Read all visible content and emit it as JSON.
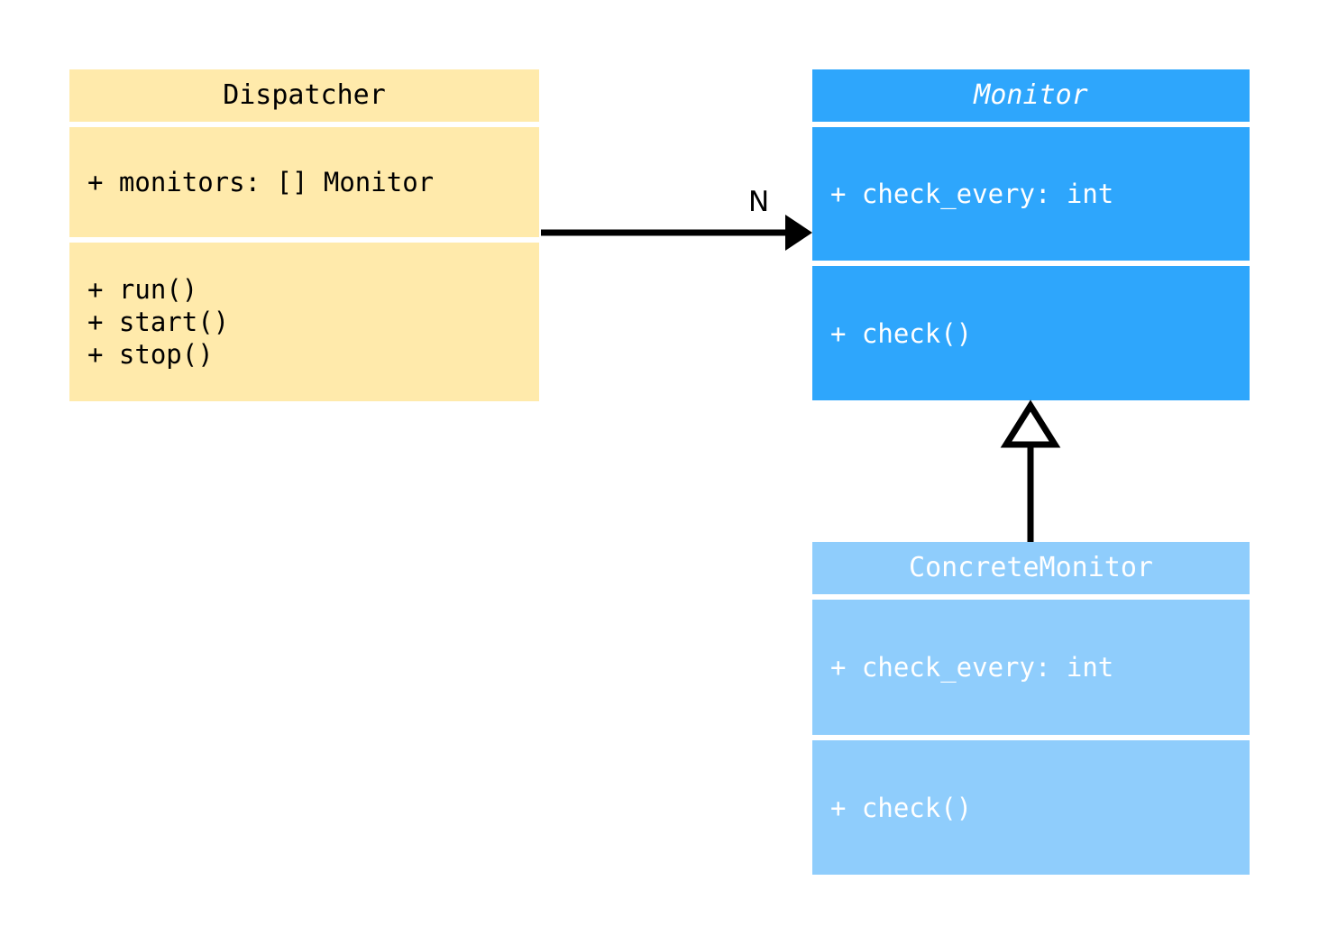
{
  "diagram": {
    "type": "uml-class-diagram",
    "background_color": "#ffffff",
    "classes": [
      {
        "id": "dispatcher",
        "name": "Dispatcher",
        "abstract": false,
        "fill_color": "#ffeaab",
        "text_color": "#000000",
        "attributes": [
          "+ monitors: [] Monitor"
        ],
        "methods": [
          "+ run()",
          "+ start()",
          "+ stop()"
        ]
      },
      {
        "id": "monitor",
        "name": "Monitor",
        "abstract": true,
        "fill_color": "#2ea6fc",
        "text_color": "#ffffff",
        "attributes": [
          "+ check_every: int"
        ],
        "methods": [
          "+ check()"
        ]
      },
      {
        "id": "concrete_monitor",
        "name": "ConcreteMonitor",
        "abstract": false,
        "fill_color": "#8fcdfc",
        "text_color": "#ffffff",
        "attributes": [
          "+ check_every: int"
        ],
        "methods": [
          "+ check()"
        ]
      }
    ],
    "relationships": [
      {
        "id": "dispatcher-to-monitor",
        "kind": "association",
        "from": "Dispatcher",
        "to": "Monitor",
        "arrowhead": "filled-triangle",
        "multiplicity_label": "N",
        "line_color": "#000000"
      },
      {
        "id": "concrete-to-monitor",
        "kind": "generalization",
        "from": "ConcreteMonitor",
        "to": "Monitor",
        "arrowhead": "hollow-triangle",
        "multiplicity_label": "",
        "line_color": "#000000"
      }
    ]
  }
}
